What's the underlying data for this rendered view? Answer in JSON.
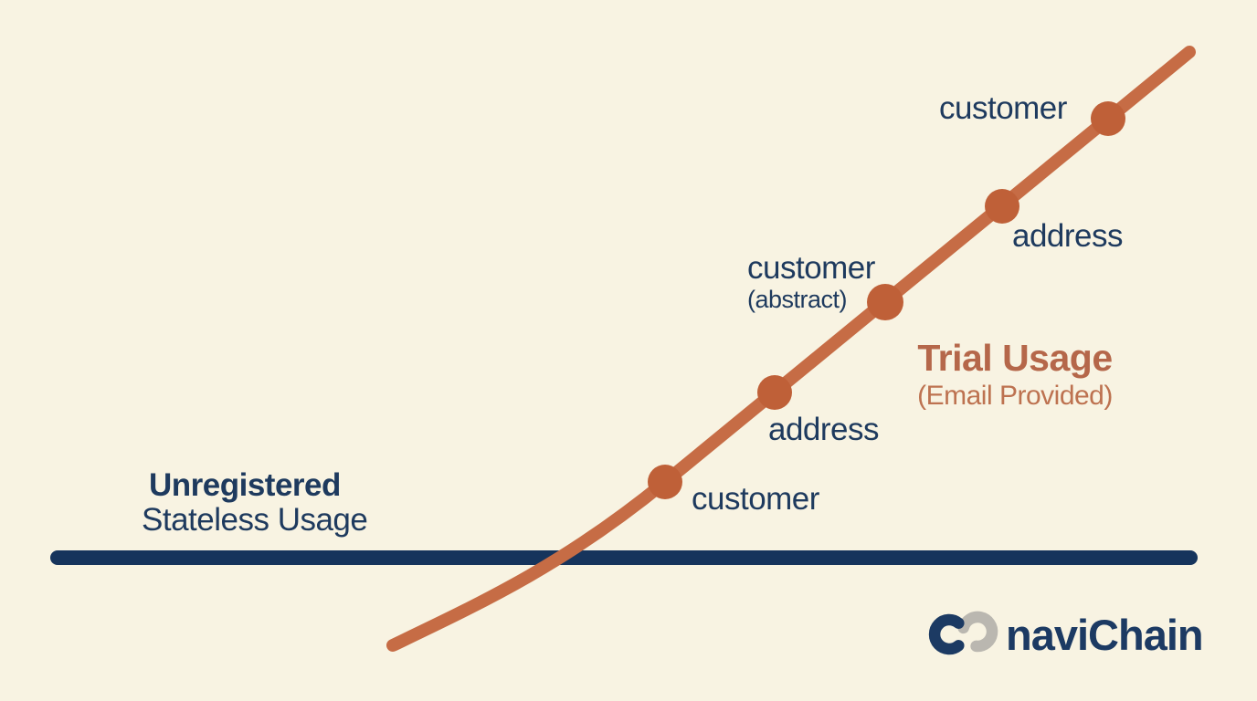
{
  "palette": {
    "background": "#f8f3e2",
    "navy_text": "#1e3a5e",
    "baseline_navy": "#16345c",
    "curve_rust": "#c66c45",
    "dot_rust": "#bf6038",
    "trial_title_rust": "#b5674a",
    "trial_sub_rust": "#bd7250",
    "logo_navy": "#1c3a63",
    "logo_gray": "#bab7b0"
  },
  "stages": {
    "unregistered": {
      "title": "Unregistered",
      "subtitle": "Stateless Usage"
    },
    "trial": {
      "title": "Trial Usage",
      "subtitle": "(Email Provided)"
    }
  },
  "curve_nodes": [
    {
      "label": "customer"
    },
    {
      "label": "address"
    },
    {
      "label": "customer",
      "sublabel": "(abstract)"
    },
    {
      "label": "address"
    },
    {
      "label": "customer"
    }
  ],
  "logo": {
    "text": "naviChain",
    "mark": "interlocked-chain-links"
  }
}
